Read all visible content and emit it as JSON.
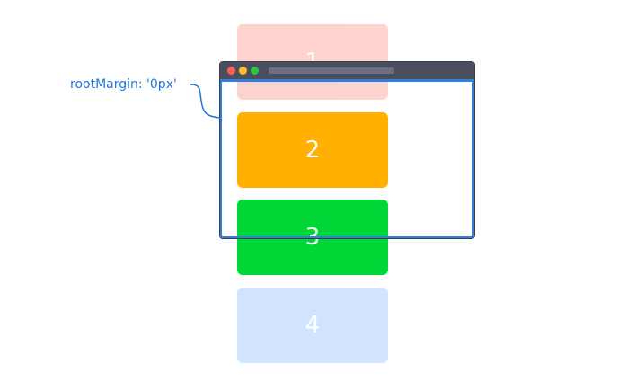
{
  "cards": [
    {
      "label": "1",
      "color": "#fe6f5f",
      "opacity": 0.3
    },
    {
      "label": "2",
      "color": "#ffb000",
      "opacity": 1.0
    },
    {
      "label": "3",
      "color": "#00d636",
      "opacity": 1.0
    },
    {
      "label": "4",
      "color": "#6aa8ff",
      "opacity": 0.3
    }
  ],
  "annotation": {
    "text": "rootMargin: '0px'",
    "color": "#1f78e0"
  },
  "browser": {
    "titlebar_color": "#4b4e5c",
    "viewport_border_color": "#2f7fe0",
    "traffic_lights": [
      "#ff5e57",
      "#ffbd2e",
      "#28c840"
    ]
  }
}
